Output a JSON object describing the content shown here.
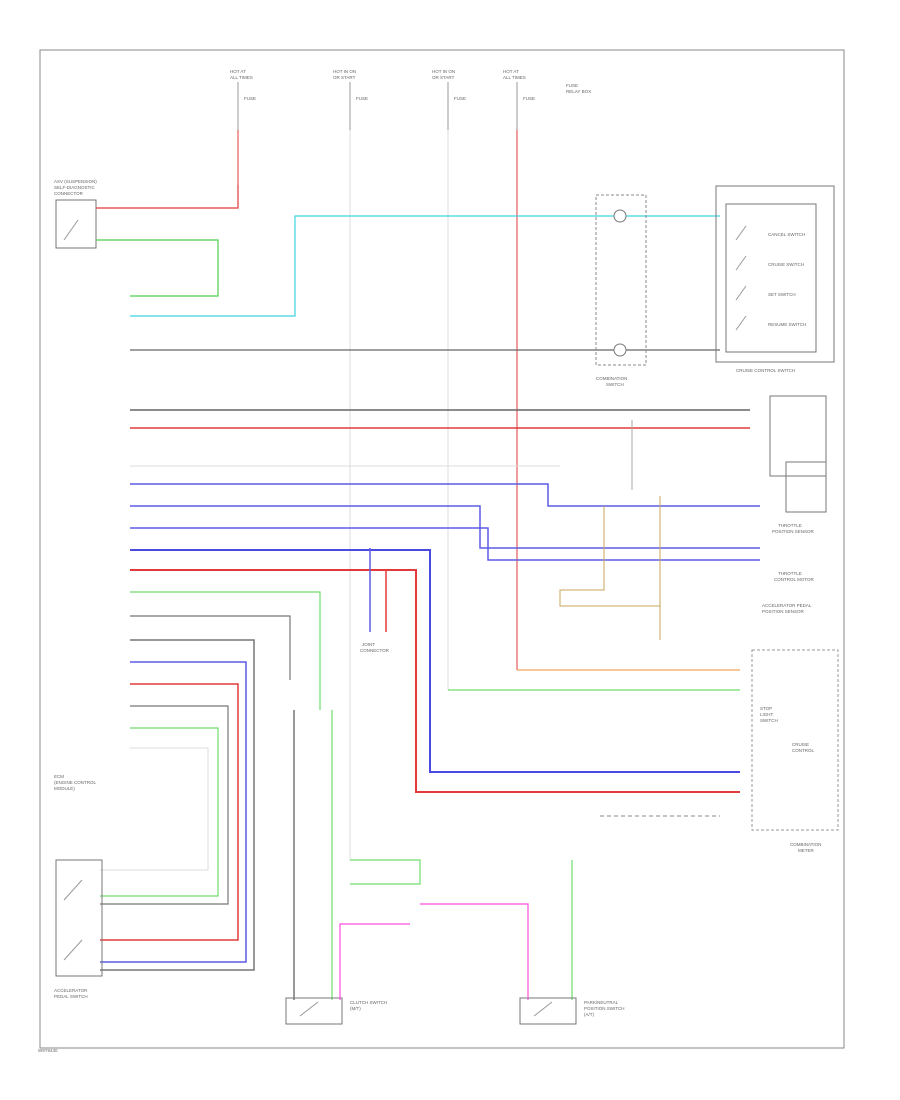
{
  "labels": {
    "fuse_1_a": "HOT AT",
    "fuse_1_b": "ALL TIMES",
    "fuse_1_c": "FUSE",
    "fuse_2_a": "HOT IN ON",
    "fuse_2_b": "OR START",
    "fuse_2_c": "FUSE",
    "fuse_3_a": "HOT IN ON",
    "fuse_3_b": "OR START",
    "fuse_3_c": "FUSE",
    "fuse_4_a": "HOT AT",
    "fuse_4_b": "ALL TIMES",
    "fuse_4_c": "FUSE",
    "fuse_box_a": "FUSE",
    "fuse_box_b": "RELAY BOX",
    "brake_switch_a": "ASV (SUSPENSION)",
    "brake_switch_b": "SELF-DIAGNOSTIC",
    "brake_switch_c": "CONNECTOR",
    "cruise_switch": "CRUISE CONTROL SWITCH",
    "sw_1": "CANCEL SWITCH",
    "sw_2": "CRUISE SWITCH",
    "sw_3": "SET SWITCH",
    "sw_4": "RESUME SWITCH",
    "combo_switch_a": "COMBINATION",
    "combo_switch_b": "SWITCH",
    "throttle_a": "THROTTLE",
    "throttle_b": "POSITION SENSOR",
    "throttle_c": "THROTTLE",
    "throttle_d": "CONTROL MOTOR",
    "accel_a": "ACCELERATOR PEDAL",
    "accel_b": "POSITION SENSOR",
    "joint_a": "JOINT",
    "joint_b": "CONNECTOR",
    "stop_a": "STOP",
    "stop_b": "LIGHT",
    "stop_c": "SWITCH",
    "cruise_lamp_a": "CRUISE",
    "cruise_lamp_b": "CONTROL",
    "meter_a": "COMBINATION",
    "meter_b": "METER",
    "ecm_a": "ECM",
    "ecm_b": "(ENGINE CONTROL",
    "ecm_c": "MODULE)",
    "accel_sw_a": "ACCELERATOR",
    "accel_sw_b": "PEDAL SWITCH",
    "clutch_a": "CLUTCH SWITCH",
    "clutch_b": "(M/T)",
    "park_a": "PARK/NEUTRAL",
    "park_b": "POSITION SWITCH",
    "park_c": "(A/T)",
    "footer": "W9T9430"
  }
}
